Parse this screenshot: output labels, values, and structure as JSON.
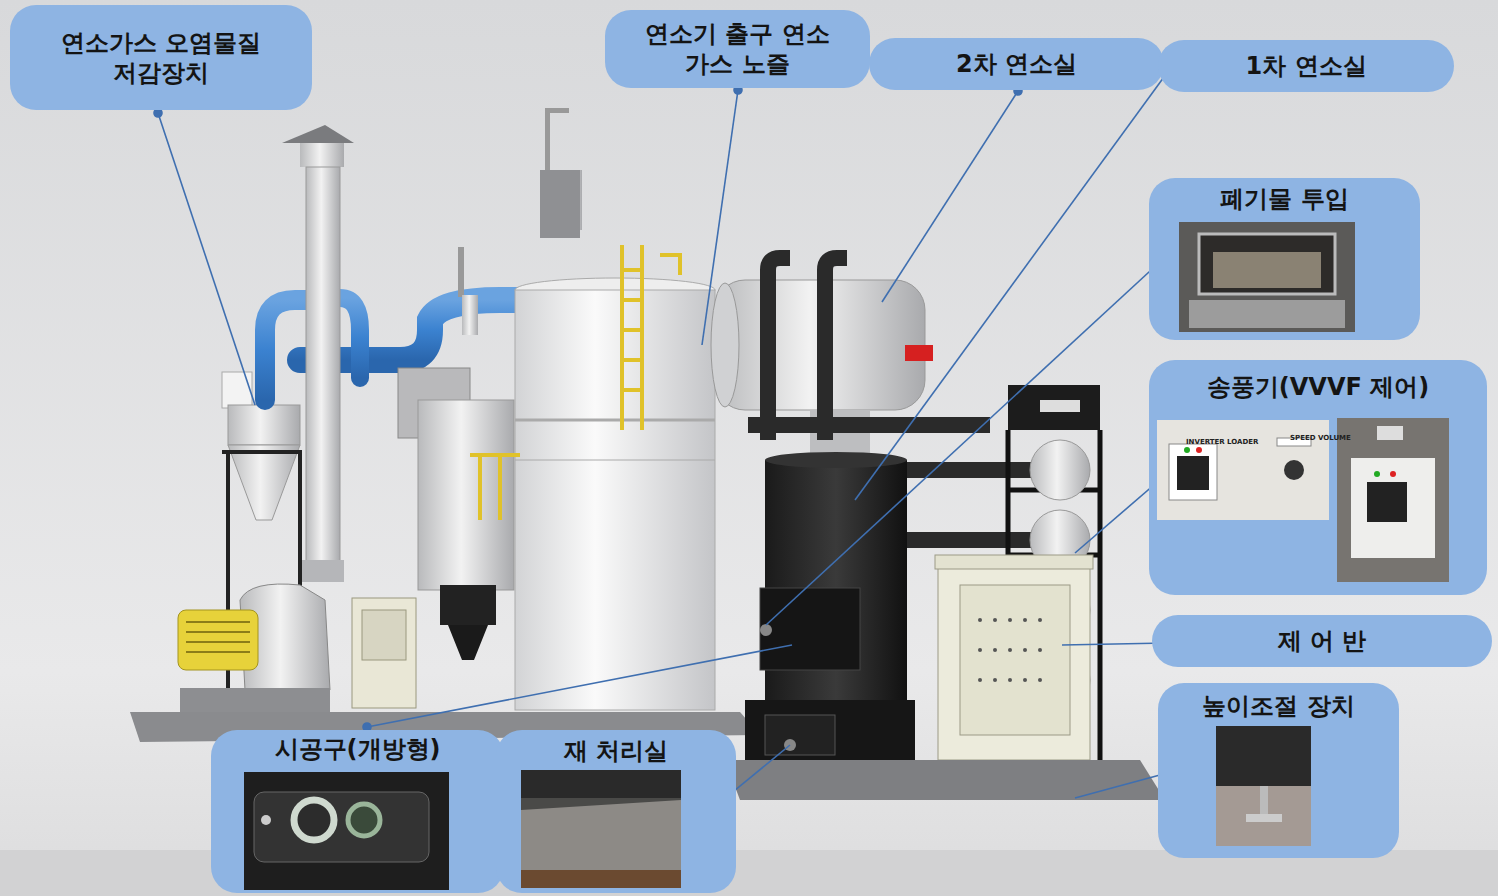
{
  "diagram": {
    "nodes": [
      {
        "text": [
          "연소가스 오염물질저감장치"
        ]
      },
      {
        "text": [
          "연소기 출구 연소가스 노즐"
        ]
      },
      {
        "text": [
          "2차 연소실"
        ]
      },
      {
        "text": [
          "1차 연소실"
        ]
      },
      {
        "text": [
          "폐기물 투입"
        ]
      },
      {
        "text": [
          "송풍기(VVVF 제어)"
        ]
      },
      {
        "text": [
          "제 어 반"
        ]
      },
      {
        "text": [
          "높이조절 장치"
        ]
      },
      {
        "text": [
          "시공구(개방형)"
        ]
      },
      {
        "text": [
          "재 처리실"
        ]
      }
    ],
    "labels": [
      "INVERTER LOADER",
      "SPEED VOLUME"
    ]
  }
}
